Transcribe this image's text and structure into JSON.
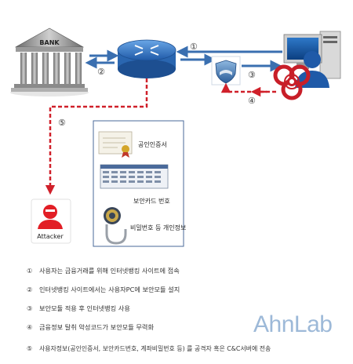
{
  "bank": {
    "label": "BANK"
  },
  "steps": {
    "s1": "①",
    "s2": "②",
    "s3": "③",
    "s4": "④",
    "s5": "⑤"
  },
  "attacker": {
    "label": "Attacker"
  },
  "items": {
    "certificate": "공인인증서",
    "security_card": "보안카드 번호",
    "password": "비밀번호 등 개인정보"
  },
  "legend": [
    {
      "num": "①",
      "text": "사용자는 금융거래를 위해 인터넷뱅킹 사이트에 접속"
    },
    {
      "num": "②",
      "text": "인터넷뱅킹 사이트에서는 사용자PC에 보안모듈 설지"
    },
    {
      "num": "③",
      "text": "보안모듈 적용 후 인터넷뱅킹 사용"
    },
    {
      "num": "④",
      "text": "금융정보 탈취 악성코드가 보안모듈 무력화"
    },
    {
      "num": "⑤",
      "text": "사용자정보(공인인증서, 보안카드번호, 계좌비밀번호 등) 를 공격자 혹은 C&C서버에 전송"
    }
  ],
  "brand": {
    "name": "AhnLab"
  },
  "colors": {
    "arrow_blue": "#3a6fb0",
    "arrow_red": "#d0202a",
    "panel_border": "#4a6a9a",
    "brand": "#9db9d8"
  }
}
